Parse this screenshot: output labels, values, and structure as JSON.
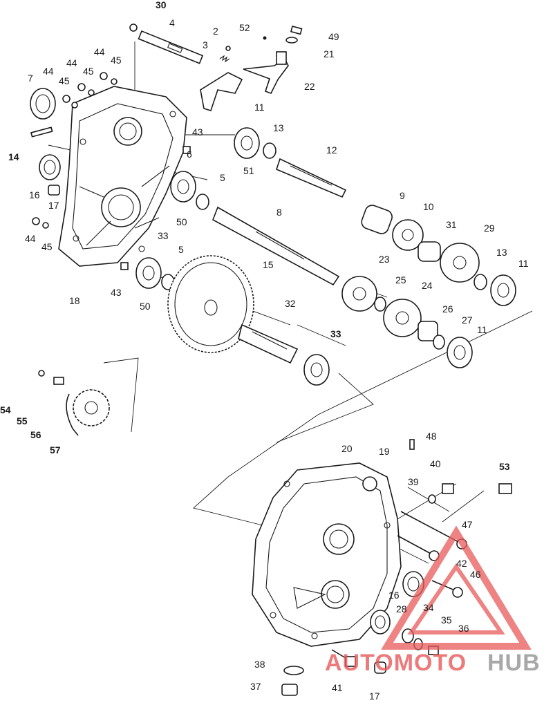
{
  "callouts": {
    "c30": "30",
    "c4": "4",
    "c2": "2",
    "c3": "3",
    "c52": "52",
    "c49": "49",
    "c21": "21",
    "c22": "22",
    "c44a": "44",
    "c45a": "45",
    "c44b": "44",
    "c45b": "45",
    "c44c": "44",
    "c45c": "45",
    "c7": "7",
    "c14": "14",
    "c16a": "16",
    "c17a": "17",
    "c44d": "44",
    "c45d": "45",
    "c43a": "43",
    "c43b": "43",
    "c18": "18",
    "c11a": "11",
    "c13a": "13",
    "c51": "51",
    "c12": "12",
    "c6": "6",
    "c5a": "5",
    "c50a": "50",
    "c9": "9",
    "c10": "10",
    "c31": "31",
    "c29": "29",
    "c13b": "13",
    "c11b": "11",
    "c8": "8",
    "c33a": "33",
    "c5b": "5",
    "c50b": "50",
    "c15": "15",
    "c23": "23",
    "c25": "25",
    "c24": "24",
    "c26": "26",
    "c27": "27",
    "c11c": "11",
    "c32": "32",
    "c33b": "33",
    "c54": "54",
    "c55": "55",
    "c56": "56",
    "c57": "57",
    "c48": "48",
    "c20": "20",
    "c19": "19",
    "c40": "40",
    "c53": "53",
    "c39": "39",
    "c47": "47",
    "c42": "42",
    "c46": "46",
    "c16b": "16",
    "c28": "28",
    "c34": "34",
    "c35": "35",
    "c36": "36",
    "c38": "38",
    "c37": "37",
    "c41": "41",
    "c17b": "17"
  },
  "watermark": {
    "brand_primary": "AUTOMOTO",
    "brand_secondary": "HUB"
  },
  "colors": {
    "line": "#1a1a1a",
    "watermark_red": "#e85a5a",
    "watermark_gray": "#9a9a9a"
  }
}
